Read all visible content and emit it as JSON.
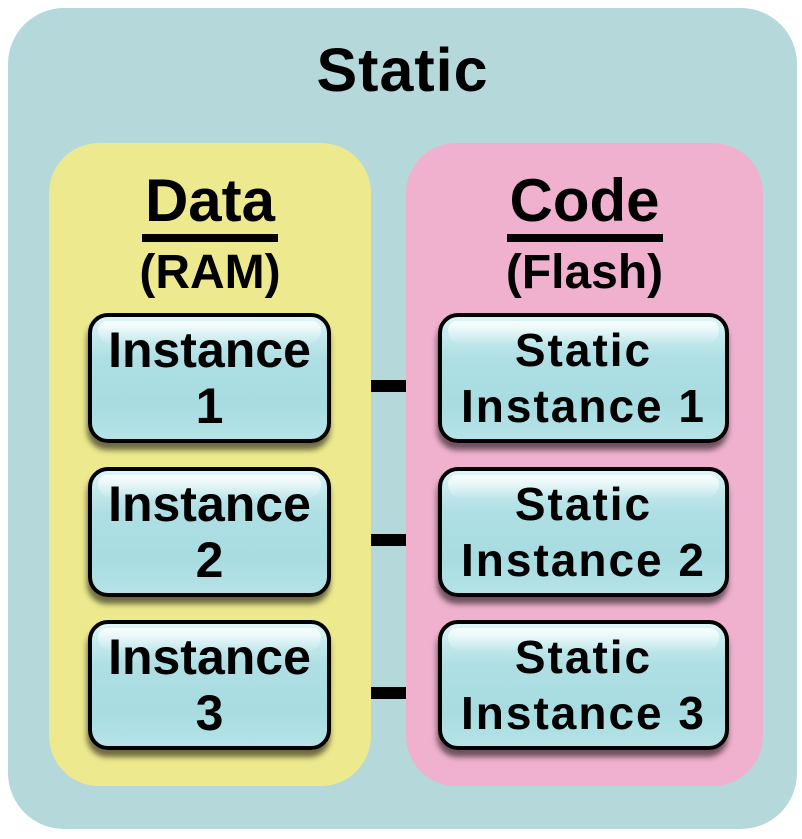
{
  "title": "Static",
  "left_panel": {
    "heading": "Data",
    "subheading": "(RAM)",
    "boxes": [
      {
        "line1": "Instance",
        "line2": "1"
      },
      {
        "line1": "Instance",
        "line2": "2"
      },
      {
        "line1": "Instance",
        "line2": "3"
      }
    ]
  },
  "right_panel": {
    "heading": "Code",
    "subheading": "(Flash)",
    "boxes": [
      {
        "line1": "Static",
        "line2": "Instance 1"
      },
      {
        "line1": "Static",
        "line2": "Instance 2"
      },
      {
        "line1": "Static",
        "line2": "Instance 3"
      }
    ]
  },
  "connectors": {
    "count": 3
  },
  "colors": {
    "page_bg": "#ffffff",
    "outer": "#b5d8db",
    "data_panel": "#ede98e",
    "code_panel": "#f0b1ce",
    "box_fill": "#aedfe4",
    "box_highlight": "#dff6f7",
    "box_border": "#000000",
    "connector": "#000000",
    "text": "#000000"
  }
}
